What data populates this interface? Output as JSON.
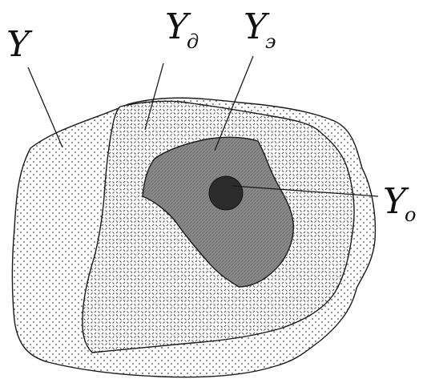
{
  "diagram": {
    "labels": {
      "outer": {
        "main": "Y",
        "sub": ""
      },
      "admissible": {
        "main": "Y",
        "sub": "д"
      },
      "efficient": {
        "main": "Y",
        "sub": "э"
      },
      "optimal": {
        "main": "Y",
        "sub": "o"
      }
    },
    "fills": {
      "background": "#ffffff",
      "outer_dots": "#4a4a4a",
      "admissible_marks": "#4a4a4a",
      "efficient_region": "#8c8c8c",
      "optimal_point": "#2b2b2b"
    }
  }
}
